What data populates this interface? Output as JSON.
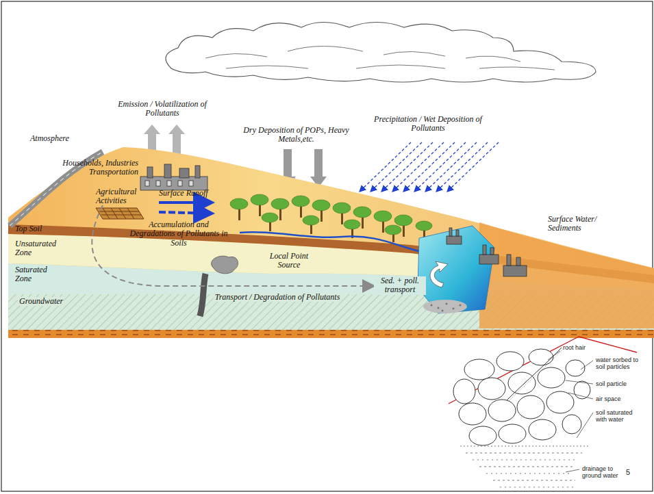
{
  "diagram": {
    "labels": [
      "Emission / Volatilization of Pollutants",
      "Dry Deposition of POPs, Heavy Metals,etc.",
      "Precipitation / Wet Deposition of Pollutants",
      "Atmosphere",
      "Households, Industries Transportation",
      "Agricultural Activities",
      "Surface Runoff",
      "Surface Water/ Sediments",
      "Top Soil",
      "Accumulation and Degradations of Pollutants in Soils",
      "Unsaturated Zone",
      "Local Point Source",
      "Saturated Zone",
      "Sed. + poll. transport",
      "Groundwater",
      "Transport / Degradation of Pollutants",
      "root hair",
      "water sorbed to soil particles",
      "soil particle",
      "air space",
      "soil saturated with water",
      "drainage to ground water",
      "5"
    ]
  }
}
